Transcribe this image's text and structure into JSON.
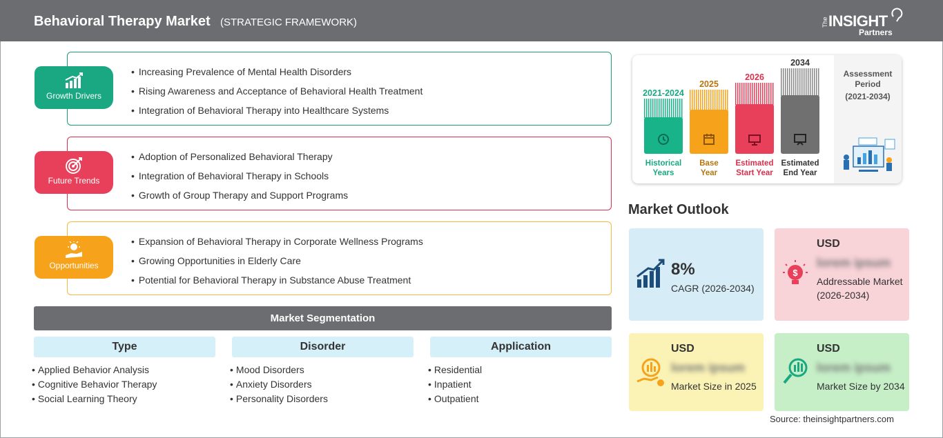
{
  "header": {
    "title": "Behavioral Therapy Market",
    "subtitle": "(STRATEGIC FRAMEWORK)",
    "logo_the": "The",
    "logo_insight": "INSIGHT",
    "logo_partners": "Partners"
  },
  "framework": {
    "growth_drivers": {
      "label": "Growth Drivers",
      "color": "#19a882",
      "items": [
        "Increasing Prevalence of Mental Health Disorders",
        "Rising Awareness and Acceptance of Behavioral Health Treatment",
        "Integration of Behavioral Therapy into Healthcare Systems"
      ]
    },
    "future_trends": {
      "label": "Future Trends",
      "color": "#e8405a",
      "items": [
        "Adoption of Personalized Behavioral Therapy",
        "Integration of Behavioral Therapy in Schools",
        "Growth of Group Therapy and Support Programs"
      ]
    },
    "opportunities": {
      "label": "Opportunities",
      "color": "#f7a21b",
      "items": [
        "Expansion of Behavioral Therapy in Corporate Wellness Programs",
        "Growing Opportunities in Elderly Care",
        "Potential for Behavioral Therapy in Substance Abuse Treatment"
      ]
    }
  },
  "segmentation": {
    "title": "Market Segmentation",
    "columns": [
      {
        "heading": "Type",
        "items": [
          "Applied Behavior Analysis",
          "Cognitive Behavior Therapy",
          "Social Learning Theory"
        ]
      },
      {
        "heading": "Disorder",
        "items": [
          "Mood Disorders",
          "Anxiety Disorders",
          "Personality Disorders"
        ]
      },
      {
        "heading": "Application",
        "items": [
          "Residential",
          "Inpatient",
          "Outpatient"
        ]
      }
    ]
  },
  "timeline": {
    "periods": [
      {
        "year": "2021-2024",
        "caption_1": "Historical",
        "caption_2": "Years",
        "color": "#19b38a",
        "icon": "history-icon"
      },
      {
        "year": "2025",
        "caption_1": "Base",
        "caption_2": "Year",
        "color": "#f7a21b",
        "icon": "calendar-icon"
      },
      {
        "year": "2026",
        "caption_1": "Estimated",
        "caption_2": "Start Year",
        "color": "#e8405a",
        "icon": "presentation-icon"
      },
      {
        "year": "2034",
        "caption_1": "Estimated",
        "caption_2": "End Year",
        "color": "#707070",
        "icon": "board-icon"
      }
    ],
    "assessment_title_1": "Assessment",
    "assessment_title_2": "Period",
    "assessment_period": "(2021-2034)"
  },
  "outlook": {
    "title": "Market Outlook",
    "cagr": {
      "value": "8%",
      "label": "CAGR (2026-2034)",
      "color": "#d6ecf7",
      "icon": "growth-chart-icon"
    },
    "addressable": {
      "usd": "USD",
      "value": "lorem ipsum",
      "label": "Addressable Market (2026-2034)",
      "color": "#f8d3d8",
      "icon": "lightbulb-dollar-icon"
    },
    "size_2025": {
      "usd": "USD",
      "value": "lorem ipsum",
      "label": "Market Size in 2025",
      "color": "#fbf3b5",
      "icon": "coins-hand-icon"
    },
    "size_2034": {
      "usd": "USD",
      "value": "lorem ipsum",
      "label": "Market Size by 2034",
      "color": "#c6efc7",
      "icon": "money-bag-icon"
    }
  },
  "source": "Source: theinsightpartners.com"
}
